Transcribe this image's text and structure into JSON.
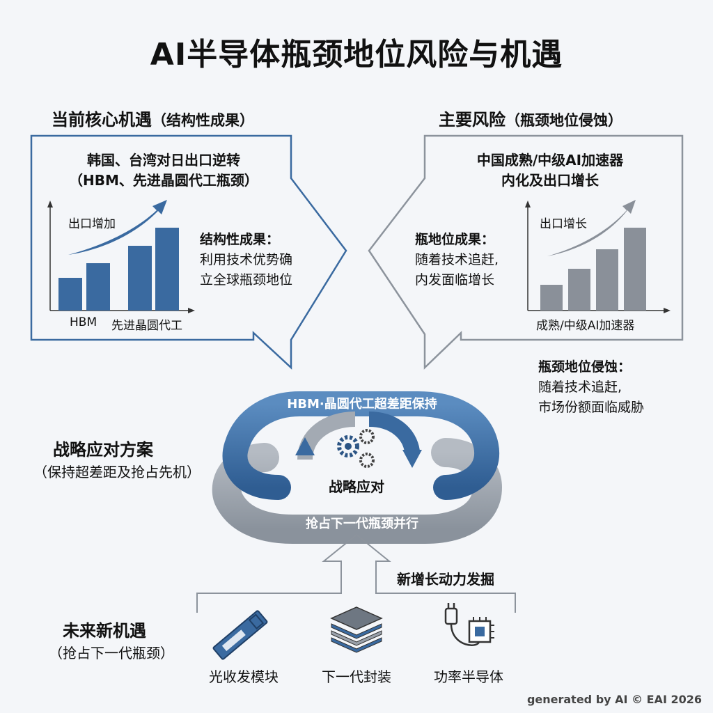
{
  "title": "AI半导体瓶颈地位风险与机遇",
  "left_panel": {
    "heading": "当前核心机遇",
    "heading_sub": "（结构性成果）",
    "box_title_line1": "韩国、台湾对日出口逆转",
    "box_title_line2": "（HBM、先进晶圆代工瓶颈）",
    "chart_label": "出口增加",
    "x_labels": [
      "HBM",
      "先进晶圆代工"
    ],
    "note_title": "结构性成果：",
    "note_line1": "利用技术优势确",
    "note_line2": "立全球瓶颈地位",
    "chart_data": {
      "type": "bar",
      "values": [
        2,
        3,
        4,
        5
      ],
      "trend": "up"
    }
  },
  "right_panel": {
    "heading": "主要风险",
    "heading_sub": "（瓶颈地位侵蚀）",
    "box_title_line1": "中国成熟/中级AI加速器",
    "box_title_line2": "内化及出口增长",
    "chart_label": "出口增长",
    "x_label": "成熟/中级AI加速器",
    "note_title": "瓶地位成果：",
    "note_line1": "随着技术追赶,",
    "note_line2": "内发面临增长",
    "outside_title": "瓶颈地位侵蚀：",
    "outside_line1": "随着技术追赶,",
    "outside_line2": "市场份额面临威胁",
    "chart_data": {
      "type": "bar",
      "values": [
        2,
        3,
        4,
        5
      ],
      "trend": "up"
    }
  },
  "strategy": {
    "heading": "战略应对方案",
    "heading_sub": "（保持超差距及抢占先机）",
    "top_banner": "HBM·晶圆代工超差距保持",
    "bottom_banner": "抢占下一代瓶颈并行",
    "center_label": "战略应对"
  },
  "future": {
    "heading": "未来新机遇",
    "heading_sub": "（抢占下一代瓶颈）",
    "growth_label": "新增长动力发掘",
    "items": [
      {
        "label": "光收发模块",
        "icon": "optical-module-icon"
      },
      {
        "label": "下一代封装",
        "icon": "package-stack-icon"
      },
      {
        "label": "功率半导体",
        "icon": "power-chip-icon"
      }
    ]
  },
  "footer": "generated by AI © EAI 2026",
  "colors": {
    "blue": "#3a6aa0",
    "gray": "#8c939c",
    "dark_blue": "#2b5484"
  }
}
